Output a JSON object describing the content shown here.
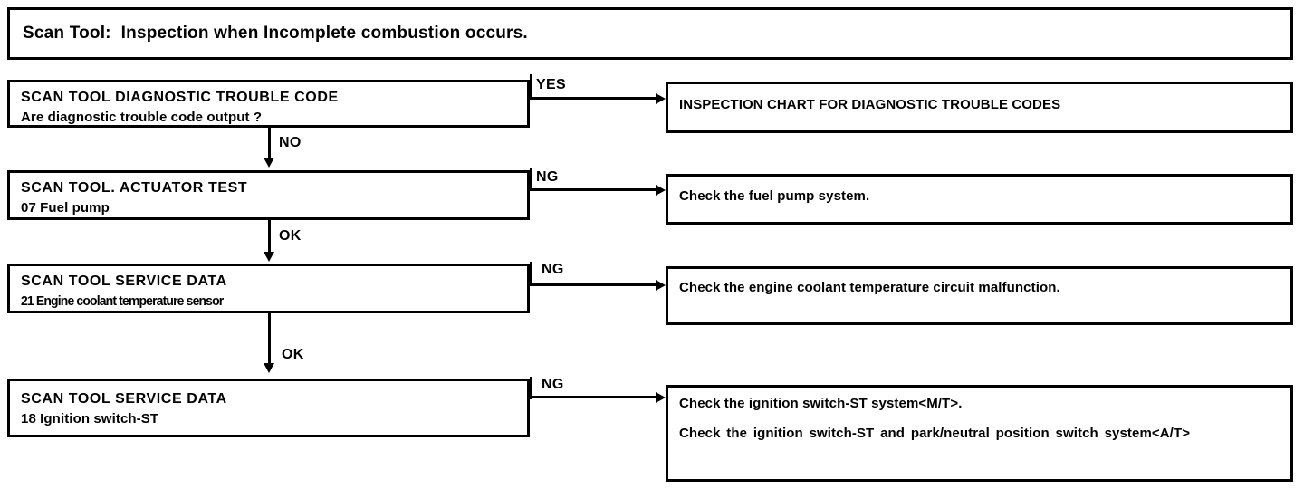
{
  "title": {
    "text": "Scan Tool:  Inspection when Incomplete combustion occurs."
  },
  "flow": {
    "steps": [
      {
        "heading": "SCAN TOOL DIAGNOSTIC TROUBLE CODE",
        "detail": "Are diagnostic trouble code output ?",
        "branch_label": "YES",
        "next_label": "NO"
      },
      {
        "heading": "SCAN TOOL. ACTUATOR TEST",
        "detail": "07 Fuel pump",
        "branch_label": "NG",
        "next_label": "OK"
      },
      {
        "heading": "SCAN TOOL SERVICE DATA",
        "detail": "21 Engine coolant temperature sensor",
        "branch_label": "NG",
        "next_label": "OK"
      },
      {
        "heading": "SCAN TOOL SERVICE DATA",
        "detail": "18 Ignition switch-ST",
        "branch_label": "NG",
        "next_label": ""
      }
    ],
    "results": [
      {
        "lines": [
          "INSPECTION CHART FOR DIAGNOSTIC TROUBLE CODES"
        ]
      },
      {
        "lines": [
          "Check the fuel pump system."
        ]
      },
      {
        "lines": [
          "Check the engine coolant temperature circuit malfunction."
        ]
      },
      {
        "lines": [
          "Check the ignition switch-ST system<M/T>.",
          "Check the ignition switch-ST and park/neutral position switch system<A/T>"
        ]
      }
    ]
  },
  "colors": {
    "line": "#000000",
    "background": "#ffffff"
  }
}
